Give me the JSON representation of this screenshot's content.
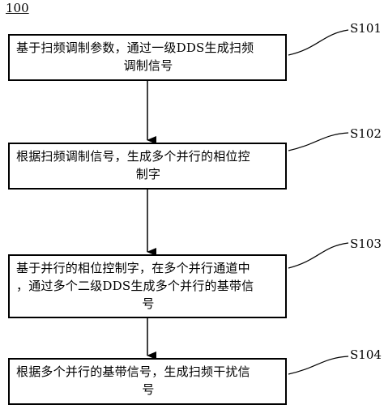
{
  "figure_label": "100",
  "steps": [
    {
      "id": "S101",
      "lines": [
        "基于扫频调制参数，通过一级DDS生成扫频",
        "调制信号"
      ]
    },
    {
      "id": "S102",
      "lines": [
        "根据扫频调制信号，生成多个并行的相位控",
        "制字"
      ]
    },
    {
      "id": "S103",
      "lines": [
        "基于并行的相位控制字，在多个并行通道中",
        "，通过多个二级DDS生成多个并行的基带信",
        "号"
      ]
    },
    {
      "id": "S104",
      "lines": [
        "根据多个并行的基带信号，生成扫频干扰信",
        "号"
      ]
    }
  ]
}
